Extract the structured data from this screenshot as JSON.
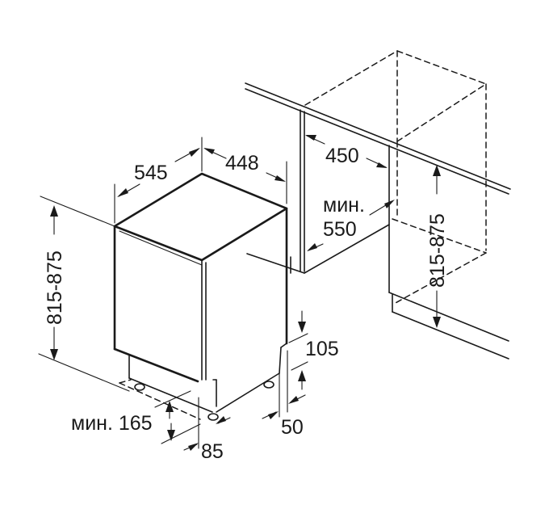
{
  "diagram": {
    "type": "installation-dimensions",
    "subject": "built-in dishwasher niche",
    "colors": {
      "line": "#1a1a1a",
      "background": "#ffffff"
    },
    "labels": {
      "depth": "545",
      "width": "448",
      "height_left": "815-875",
      "niche_width": "450",
      "niche_depth_prefix": "мин.",
      "niche_depth": "550",
      "height_right": "815-875",
      "plinth_height": "105",
      "plinth_depth": "50",
      "door_clearance": "мин. 165",
      "foot_offset": "85"
    }
  }
}
